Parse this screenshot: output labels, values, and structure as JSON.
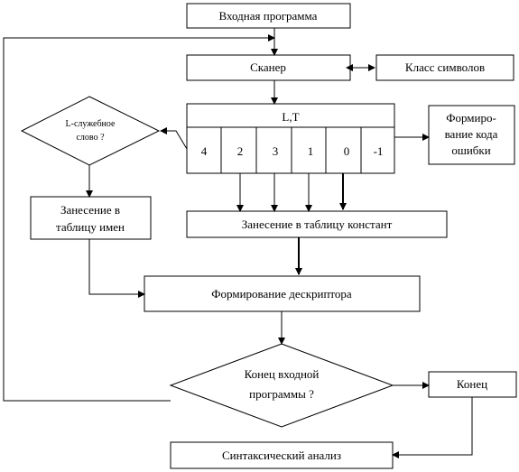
{
  "nodes": {
    "input_program": "Входная программа",
    "scanner": "Сканер",
    "symbol_class": "Класс символов",
    "lt_header": "L,T",
    "lt_cells": [
      "4",
      "2",
      "3",
      "1",
      "0",
      "-1"
    ],
    "service_word": [
      "L-служебное",
      "слово ?"
    ],
    "error_code": [
      "Формиро-",
      "вание кода",
      "ошибки"
    ],
    "names_table": [
      "Занесение в",
      "таблицу имен"
    ],
    "constants_table": "Занесение в таблицу констант",
    "descriptor": "Формирование дескриптора",
    "end_question": [
      "Конец входной",
      "программы ?"
    ],
    "end": "Конец",
    "syntax": "Синтаксический анализ"
  }
}
